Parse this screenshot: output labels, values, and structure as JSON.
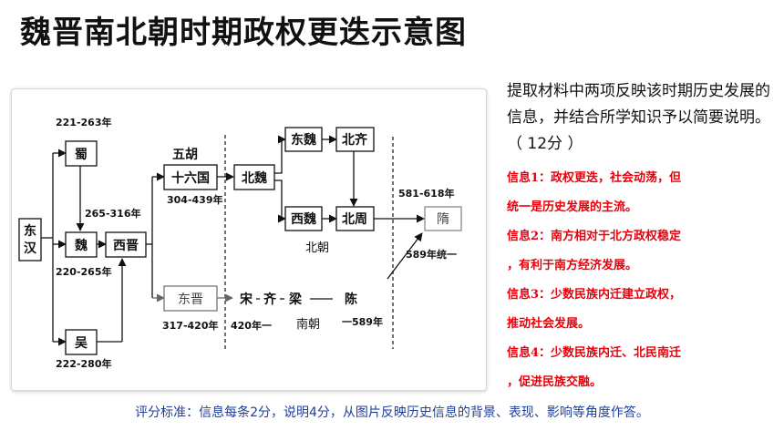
{
  "title": "魏晋南北朝时期政权更迭示意图",
  "diagram": {
    "boxes": {
      "donghan": "东汉",
      "shu": "蜀",
      "wei": "魏",
      "xijin": "西晋",
      "wu": "吴",
      "shiliuguo": "十六国",
      "dongjin": "东晋",
      "beiwei": "北魏",
      "dongwei": "东魏",
      "xiwei": "西魏",
      "beiqi": "北齐",
      "beizhou": "北周",
      "sui": "隋"
    },
    "southern": {
      "song": "宋",
      "qi": "齐",
      "liang": "梁",
      "chen": "陈"
    },
    "labels": {
      "shu_dates": "221-263年",
      "xijin_dates": "265-316年",
      "wei_dates": "220-265年",
      "wu_dates": "222-280年",
      "wuhu": "五胡",
      "shiliuguo_dates": "304-439年",
      "dongjin_dates": "317-420年",
      "song_start": "420年一",
      "nanchao": "南朝",
      "chen_end": "一589年",
      "beichao": "北朝",
      "sui_dates": "581-618年",
      "unify": "589年统一"
    }
  },
  "question": "提取材料中两项反映该时期历史发展的信息，并结合所学知识予以简要说明。（ 12分 ）",
  "answers": [
    "信息1：政权更迭，社会动荡，但统一是历史发展的主流。",
    "信息2：南方相对于北方政权稳定，有利于南方经济发展。",
    "信息3：少数民族内迁建立政权，推动社会发展。",
    "信息4：少数民族内迁、北民南迁，促进民族交融。"
  ],
  "criteria": "评分标准：信息每条2分，说明4分，从图片反映历史信息的背景、表现、影响等角度作答。"
}
